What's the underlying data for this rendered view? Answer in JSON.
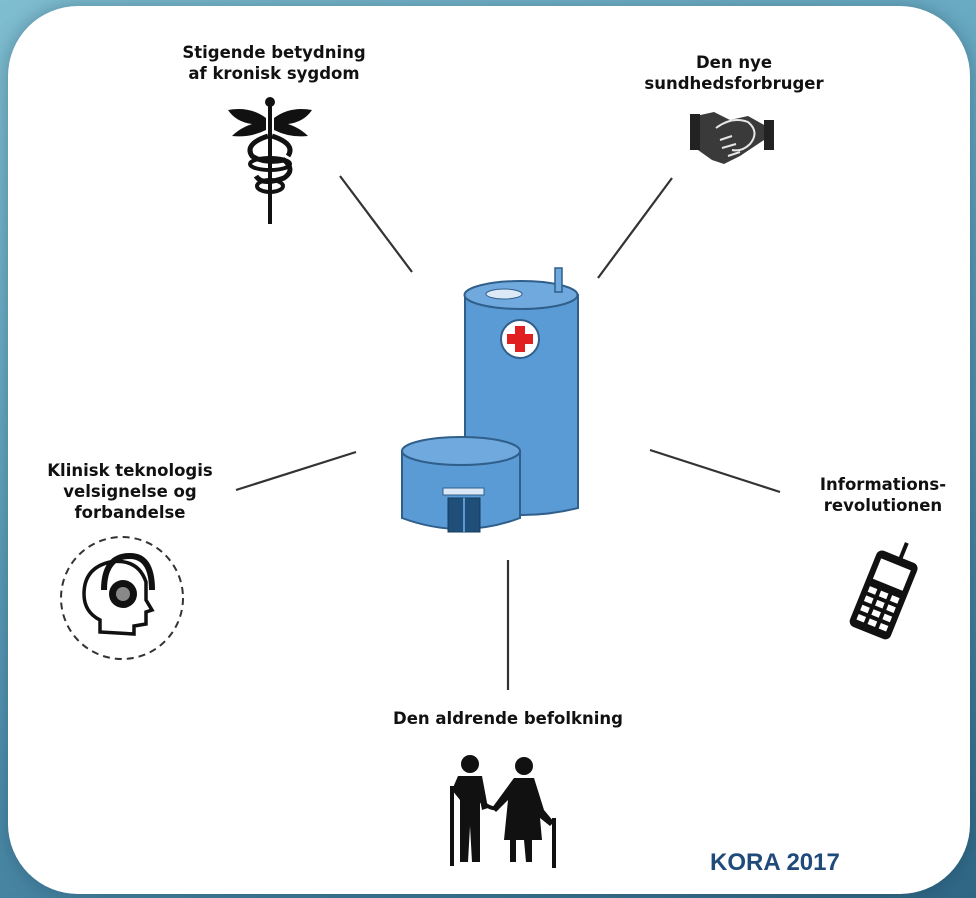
{
  "factors": {
    "chronic": {
      "label": "Stigende betydning\naf kronisk sygdom",
      "icon": "caduceus-icon"
    },
    "consumer": {
      "label": "Den nye\nsundhedsforbruger",
      "icon": "handshake-icon"
    },
    "technology": {
      "label": "Klinisk teknologis\nvelsignelse og\nforbandelse",
      "icon": "head-headphones-icon"
    },
    "information": {
      "label": "Informations-\nrevolutionen",
      "icon": "mobile-phone-icon"
    },
    "aging": {
      "label": "Den aldrende befolkning",
      "icon": "elderly-couple-icon"
    }
  },
  "center": {
    "icon": "hospital-building-icon"
  },
  "credit": "KORA 2017",
  "colors": {
    "building": "#5b9bd5",
    "building_dark": "#2f5f8a",
    "cross": "#e02020",
    "credit": "#1f4a7a"
  }
}
